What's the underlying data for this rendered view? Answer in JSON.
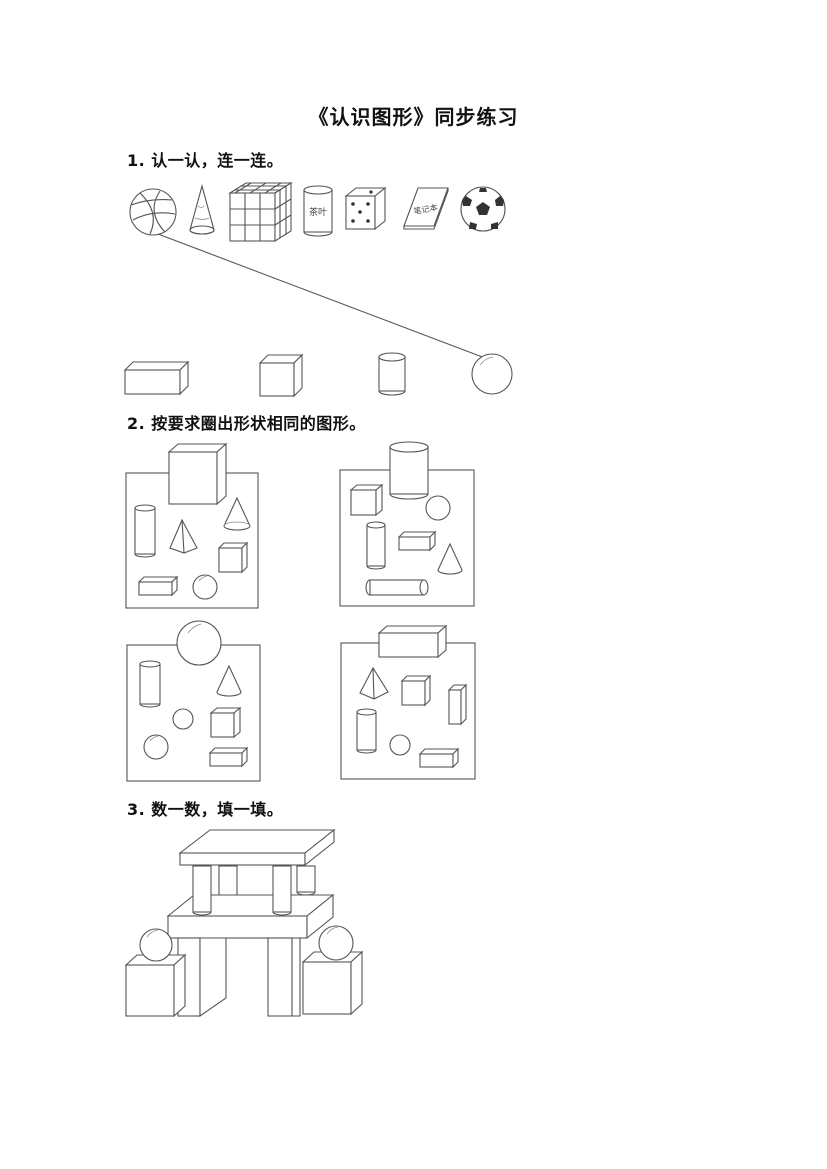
{
  "title": "《认识图形》同步练习",
  "questions": [
    {
      "number": "1.",
      "text": "认一认，连一连。"
    },
    {
      "number": "2.",
      "text": "按要求圈出形状相同的图形。"
    },
    {
      "number": "3.",
      "text": "数一数，填一填。"
    }
  ],
  "q1_objects": [
    {
      "name": "volleyball-icon"
    },
    {
      "name": "party-hat-cone-icon"
    },
    {
      "name": "rubiks-cube-icon"
    },
    {
      "name": "tea-can-icon",
      "label": "茶叶"
    },
    {
      "name": "dice-icon"
    },
    {
      "name": "notebook-icon",
      "label": "笔记本"
    },
    {
      "name": "soccer-ball-icon"
    }
  ],
  "q1_shapes": [
    "cuboid",
    "cube",
    "cylinder",
    "sphere"
  ]
}
